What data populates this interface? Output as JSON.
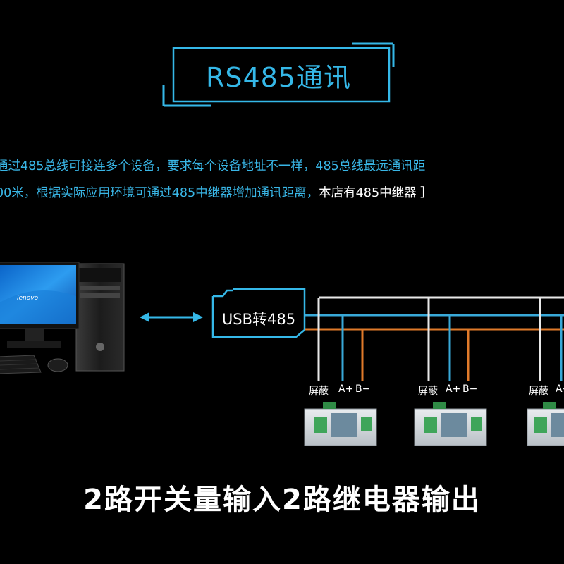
{
  "title": "RS485通讯",
  "description": {
    "line1": "通过485总线可接连多个设备，要求每个设备地址不一样，485总线最远通讯距",
    "line2_blue": "00米，根据实际应用环境可通过485中继器增加通讯距离，",
    "line2_white": "本店有485中继器 ］"
  },
  "computer": {
    "monitor_brand": "lenovo"
  },
  "converter": {
    "label": "USB转485"
  },
  "bus": {
    "colors": {
      "shield": "#e8e8e8",
      "a_plus": "#39a9d8",
      "b_minus": "#e07a2a"
    }
  },
  "devices": [
    {
      "terminal_labels": [
        "屏蔽",
        "A+",
        "B−"
      ]
    },
    {
      "terminal_labels": [
        "屏蔽",
        "A+",
        "B−"
      ]
    },
    {
      "terminal_labels": [
        "屏蔽",
        "A+"
      ]
    }
  ],
  "caption": "2路开关量输入2路继电器输出",
  "accent_color": "#35b8e8"
}
